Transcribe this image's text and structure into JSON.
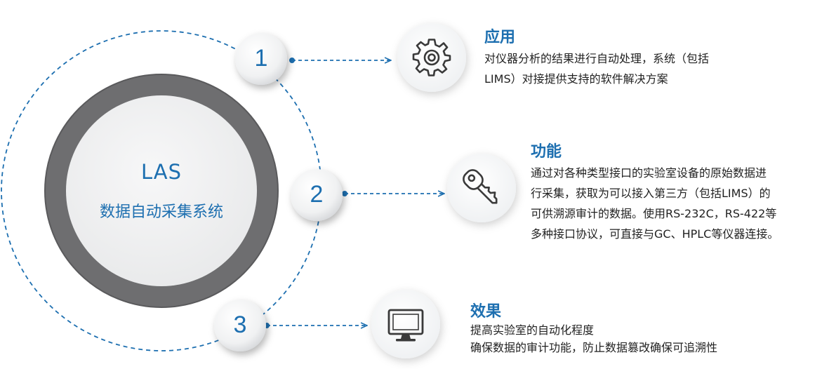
{
  "hub": {
    "title": "LAS",
    "subtitle": "数据自动采集系统"
  },
  "steps": [
    {
      "number": "1",
      "icon": "gear-icon",
      "title": "应用",
      "lines": [
        "对仪器分析的结果进行自动处理，系统（包括",
        "LIMS）对接提供支持的软件解决方案"
      ]
    },
    {
      "number": "2",
      "icon": "key-icon",
      "title": "功能",
      "lines": [
        "通过对各种类型接口的实验室设备的原始数据进",
        "行采集，获取为可以接入第三方（包括LIMS）的",
        "可供溯源审计的数据。使用RS-232C，RS-422等",
        "多种接口协议，可直接与GC、HPLC等仪器连接。"
      ]
    },
    {
      "number": "3",
      "icon": "monitor-icon",
      "title": "效果",
      "lines": [
        "提高实验室的自动化程度",
        "确保数据的审计功能，防止数据篡改确保可追溯性"
      ]
    }
  ],
  "colors": {
    "accent": "#1d6fb0",
    "ring_dark": "#6e6e70",
    "text": "#222222"
  }
}
